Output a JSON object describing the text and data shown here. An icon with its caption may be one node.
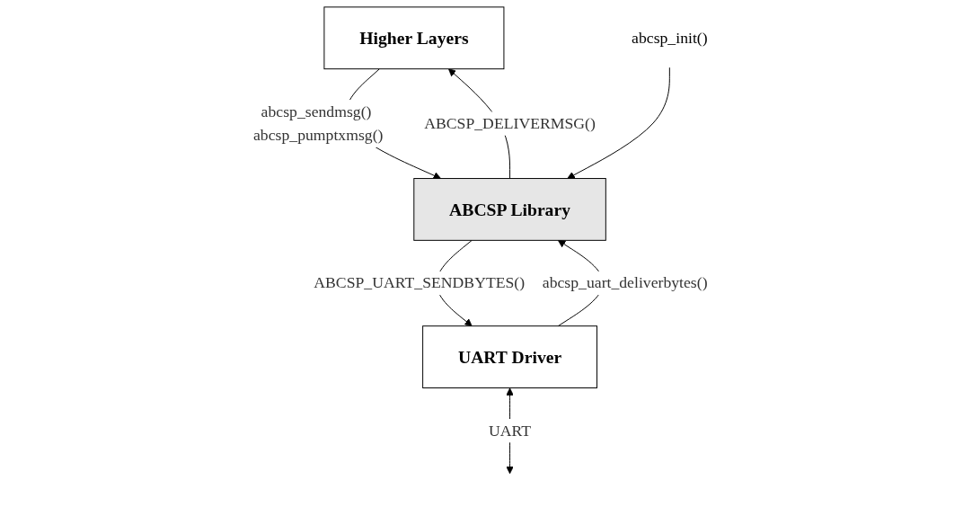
{
  "diagram": {
    "nodes": [
      {
        "text": [
          "Higher Layers"
        ]
      },
      {
        "text": [
          "ABCSP Library"
        ]
      },
      {
        "text": [
          "UART Driver"
        ]
      },
      {
        "text": [
          "abcsp_init()"
        ]
      }
    ],
    "edges": [
      {
        "from": 0,
        "to": 1,
        "arrow": "to",
        "label": "abcsp_sendmsg() abcsp_pumptxmsg()"
      },
      {
        "from": 1,
        "to": 0,
        "arrow": "to",
        "label": "ABCSP_DELIVERMSG()"
      },
      {
        "from": 3,
        "to": 1,
        "arrow": "to"
      },
      {
        "from": 1,
        "to": 2,
        "arrow": "to",
        "label": "ABCSP_UART_SENDBYTES()"
      },
      {
        "from": 2,
        "to": 1,
        "arrow": "to",
        "label": "abcsp_uart_deliverbytes()"
      },
      {
        "from": 2,
        "to": null,
        "arrow": "both",
        "label": "UART"
      }
    ]
  }
}
